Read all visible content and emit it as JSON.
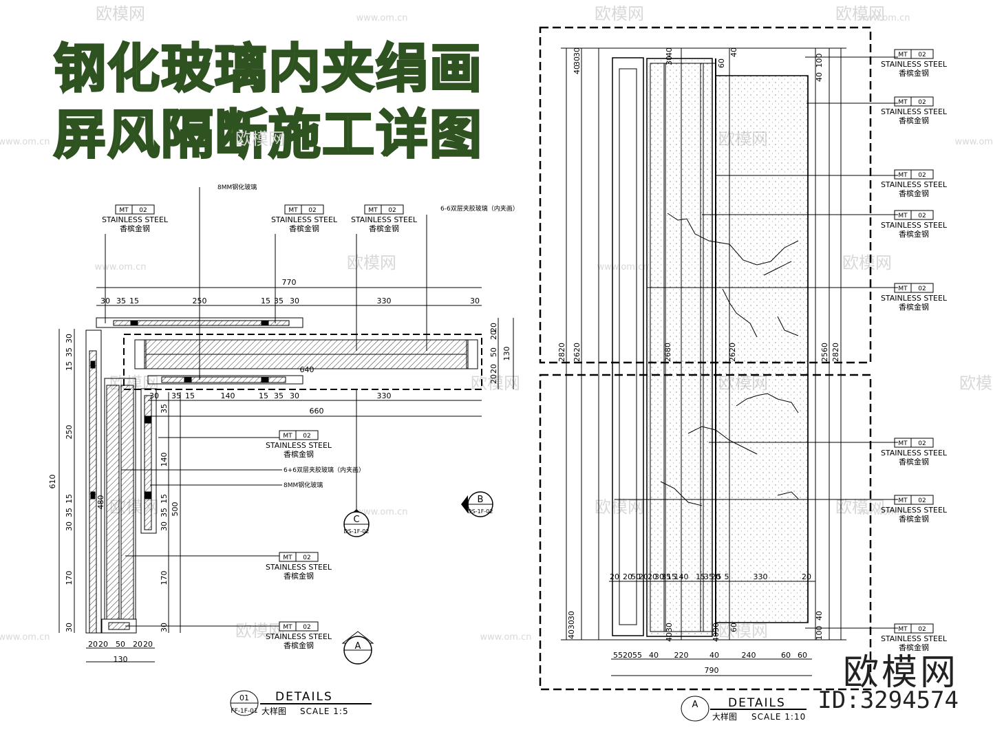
{
  "title_lines": [
    "钢化玻璃内夹绢画",
    "屏风隔断施工详图"
  ],
  "brand": {
    "name": "欧模网",
    "id": "ID:3294574"
  },
  "watermark": {
    "logo": "欧模网",
    "url": "www.om.cn",
    "url_short": "om.cn"
  },
  "tag": {
    "code": "MT",
    "num": "02",
    "line1": "STAINLESS STEEL",
    "line2": "香槟金钢"
  },
  "notes": {
    "tempered_glass_top": "8MM钢化玻璃",
    "laminated_top": "6-6双层夹胶玻璃（内夹画）",
    "laminated_side": "6+6双层夹胶玻璃（内夹画）",
    "tempered_side": "8MM钢化玻璃"
  },
  "plan_dims": {
    "top_total": "770",
    "top_segments": [
      "30",
      "35",
      "15",
      "250",
      "15",
      "35",
      "30",
      "330",
      "30"
    ],
    "mid_total": "640",
    "bottom_segments": [
      "30",
      "35",
      "15",
      "140",
      "15",
      "35",
      "30",
      "330"
    ],
    "bottom_total": "660",
    "right_segments": [
      "20",
      "20",
      "50",
      "20",
      "20"
    ],
    "right_total": "130",
    "left_segments": [
      "30",
      "35",
      "15",
      "250",
      "15",
      "35",
      "30",
      "170",
      "30"
    ],
    "left_total": "610",
    "inner_left": "480",
    "inner_right_segments": [
      "35",
      "140",
      "15",
      "35",
      "30",
      "170",
      "30"
    ],
    "inner_right_total": "500",
    "base_segments": [
      "20",
      "20",
      "50",
      "20",
      "20"
    ],
    "base_total": "130"
  },
  "section_markers": {
    "a": {
      "letter": "A"
    },
    "b": {
      "letter": "B",
      "ref": "DS-1F-02"
    },
    "c": {
      "letter": "C",
      "ref": "DS-1F-02"
    }
  },
  "caption_left": {
    "num": "01",
    "ref": "FF-1F-01",
    "title": "DETAILS",
    "sub": "大样图",
    "scale": "SCALE 1:5"
  },
  "caption_right": {
    "num": "A",
    "title": "DETAILS",
    "sub": "大样图",
    "scale": "SCALE 1:10"
  },
  "elev_dims": {
    "top_left": [
      "30",
      "30",
      "40"
    ],
    "top_mid": [
      "30",
      "40"
    ],
    "top_mid2": [
      "60",
      "40"
    ],
    "top_right": [
      "100",
      "40"
    ],
    "heights": [
      "2820",
      "2620",
      "2680",
      "2620",
      "2560",
      "2820"
    ],
    "bottom_left": [
      "40",
      "30",
      "30"
    ],
    "bottom_mid": [
      "40",
      "30"
    ],
    "bottom_mid2": [
      "40",
      "30",
      "60"
    ],
    "bottom_right": [
      "100",
      "40"
    ],
    "mid_row": [
      "20",
      "20",
      "50",
      "20",
      "20",
      "30",
      "35",
      "15",
      "140",
      "15",
      "35",
      "20",
      "5",
      "5",
      "330",
      "20"
    ],
    "base_row": [
      "55",
      "20",
      "55",
      "40",
      "220",
      "40",
      "240",
      "60",
      "60"
    ],
    "base_total": "790"
  }
}
